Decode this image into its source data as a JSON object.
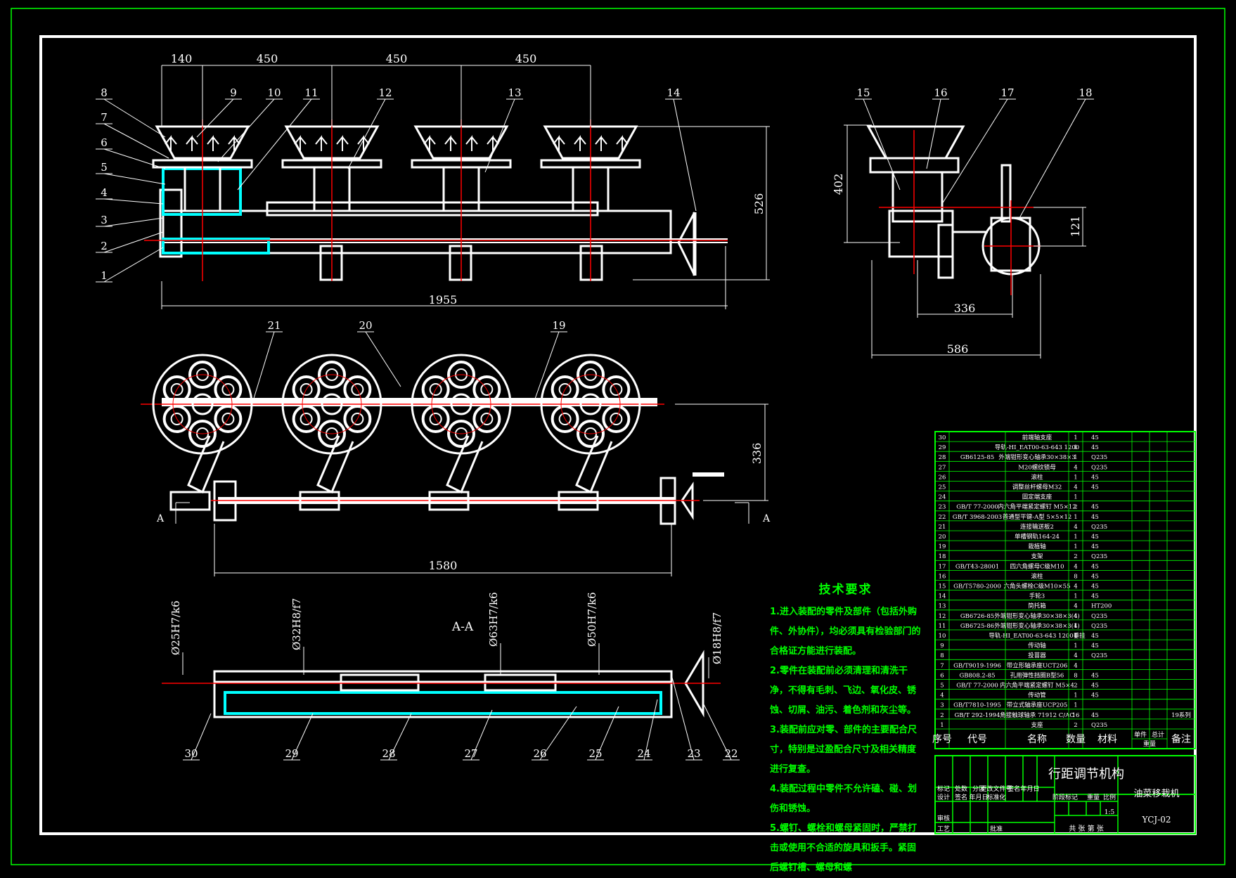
{
  "drawing": {
    "top_dims": [
      "140",
      "450",
      "450",
      "450"
    ],
    "overall_length": "1955",
    "height_dim": "526",
    "side_dims": {
      "height": "402",
      "offset": "121",
      "w1": "336",
      "w2": "586"
    },
    "plan_dims": {
      "width": "336",
      "length": "1580"
    },
    "section_title": "A-A",
    "section_marks": [
      "A",
      "A"
    ],
    "fits": [
      "Ø25H7/k6",
      "Ø32H8/f7",
      "Ø63H7/k6",
      "Ø50H7/k6",
      "Ø18H8/f7"
    ],
    "balloons_top": [
      "8",
      "7",
      "6",
      "5",
      "4",
      "3",
      "2",
      "1",
      "9",
      "10",
      "11",
      "12",
      "13",
      "14"
    ],
    "balloons_side": [
      "15",
      "16",
      "17",
      "18"
    ],
    "balloons_plan": [
      "21",
      "20",
      "19"
    ],
    "balloons_section": [
      "30",
      "29",
      "28",
      "27",
      "26",
      "25",
      "24",
      "23",
      "22"
    ]
  },
  "tech_notes": {
    "title": "技术要求",
    "items": [
      "1.进入装配的零件及部件（包括外购件、外协件），均必须具有检验部门的合格证方能进行装配。",
      "2.零件在装配前必须清理和清洗干净，不得有毛刺、飞边、氧化皮、锈蚀、切屑、油污、着色剂和灰尘等。",
      "3.装配前应对零、部件的主要配合尺寸，特别是过盈配合尺寸及相关精度进行复查。",
      "4.装配过程中零件不允许磕、碰、划伤和锈蚀。",
      "5.螺钉、螺栓和螺母紧固时，严禁打击或使用不合适的旋具和扳手。紧固后螺钉槽、螺母和螺"
    ]
  },
  "bom": {
    "rows": [
      {
        "no": "30",
        "code": "",
        "name": "前端轴支座",
        "qty": "1",
        "mat": "45",
        "note": ""
      },
      {
        "no": "29",
        "code": "",
        "name": "导轨-HI_EAT00-63-643 1200",
        "qty": "1",
        "mat": "45",
        "note": ""
      },
      {
        "no": "28",
        "code": "GB6125-85",
        "name": "外端钳形变心轴承30×38×3",
        "qty": "1",
        "mat": "Q235",
        "note": ""
      },
      {
        "no": "27",
        "code": "",
        "name": "M20螺纹锁母",
        "qty": "4",
        "mat": "Q235",
        "note": ""
      },
      {
        "no": "26",
        "code": "",
        "name": "滚柱",
        "qty": "1",
        "mat": "45",
        "note": ""
      },
      {
        "no": "25",
        "code": "",
        "name": "调整丝杆螺母M32",
        "qty": "4",
        "mat": "45",
        "note": ""
      },
      {
        "no": "24",
        "code": "",
        "name": "固定端支座",
        "qty": "1",
        "mat": "",
        "note": ""
      },
      {
        "no": "23",
        "code": "GB/T 77-2000",
        "name": "内六角平端紧定螺钉 M5×12",
        "qty": "2",
        "mat": "45",
        "note": ""
      },
      {
        "no": "22",
        "code": "GB/T 3968-2003",
        "name": "普通型平键-A型 5×5×12",
        "qty": "1",
        "mat": "45",
        "note": ""
      },
      {
        "no": "21",
        "code": "",
        "name": "连接输送板2",
        "qty": "4",
        "mat": "Q235",
        "note": ""
      },
      {
        "no": "20",
        "code": "",
        "name": "单槽钢轨164-24",
        "qty": "1",
        "mat": "45",
        "note": ""
      },
      {
        "no": "19",
        "code": "",
        "name": "栽植轴",
        "qty": "1",
        "mat": "45",
        "note": ""
      },
      {
        "no": "18",
        "code": "",
        "name": "支架",
        "qty": "2",
        "mat": "Q235",
        "note": ""
      },
      {
        "no": "17",
        "code": "GB/T43-28001",
        "name": "四六角螺母C级M10",
        "qty": "4",
        "mat": "45",
        "note": ""
      },
      {
        "no": "16",
        "code": "",
        "name": "滚柱",
        "qty": "8",
        "mat": "45",
        "note": ""
      },
      {
        "no": "15",
        "code": "GB/T5780-2000",
        "name": "六角头螺栓C级M10×55",
        "qty": "4",
        "mat": "45",
        "note": ""
      },
      {
        "no": "14",
        "code": "",
        "name": "手轮3",
        "qty": "1",
        "mat": "45",
        "note": ""
      },
      {
        "no": "13",
        "code": "",
        "name": "筒托箱",
        "qty": "4",
        "mat": "HT200",
        "note": ""
      },
      {
        "no": "12",
        "code": "GB6726-85",
        "name": "外端钳形变心轴承30×38×3(4)",
        "qty": "4",
        "mat": "Q235",
        "note": ""
      },
      {
        "no": "11",
        "code": "GB6725-86",
        "name": "外端钳形变心轴承30×38×3(1)",
        "qty": "4",
        "mat": "Q235",
        "note": ""
      },
      {
        "no": "10",
        "code": "",
        "name": "导轨-HI_EAT00-63-643 1200垂挂",
        "qty": "1",
        "mat": "45",
        "note": ""
      },
      {
        "no": "9",
        "code": "",
        "name": "传动轴",
        "qty": "1",
        "mat": "45",
        "note": ""
      },
      {
        "no": "8",
        "code": "",
        "name": "投苗器",
        "qty": "4",
        "mat": "Q235",
        "note": ""
      },
      {
        "no": "7",
        "code": "GB/T9019-1996",
        "name": "带立形轴承座UCT206",
        "qty": "4",
        "mat": "",
        "note": ""
      },
      {
        "no": "6",
        "code": "GB808.2-85",
        "name": "孔用弹性挡圈B型56",
        "qty": "8",
        "mat": "45",
        "note": ""
      },
      {
        "no": "5",
        "code": "GB/T 77-2000",
        "name": "内六角平端紧定螺钉 M5×4",
        "qty": "2",
        "mat": "45",
        "note": ""
      },
      {
        "no": "4",
        "code": "",
        "name": "传动管",
        "qty": "1",
        "mat": "45",
        "note": ""
      },
      {
        "no": "3",
        "code": "GB/T7810-1995",
        "name": "带立式轴承座UCP205",
        "qty": "1",
        "mat": "",
        "note": ""
      },
      {
        "no": "2",
        "code": "GB/T 292-1994",
        "name": "角接触球轴承 71912 C/AC",
        "qty": "16",
        "mat": "45",
        "note": "19系列"
      },
      {
        "no": "1",
        "code": "",
        "name": "支座",
        "qty": "2",
        "mat": "Q235",
        "note": ""
      }
    ],
    "headers": {
      "no": "序号",
      "code": "代号",
      "name": "名称",
      "qty": "数量",
      "mat": "材料",
      "single": "单件",
      "total": "总计",
      "weight": "重量",
      "note": "备注"
    }
  },
  "title_block": {
    "title": "行距调节机构",
    "machine": "油菜移栽机",
    "code": "YCJ-02",
    "scale": "1:5",
    "sheets": "共 张  第 张",
    "labels": [
      "标记",
      "处数",
      "分区",
      "更改文件号",
      "签名",
      "年月日",
      "设计",
      "签名",
      "年月日",
      "标准化",
      "阶段标记",
      "重量",
      "比例",
      "审核",
      "工艺",
      "批准"
    ]
  },
  "colors": {
    "outline": "#ffffff",
    "center": "#ff0000",
    "hatch": "#00ffff",
    "border": "#00ff00",
    "dim": "#ffffff"
  }
}
